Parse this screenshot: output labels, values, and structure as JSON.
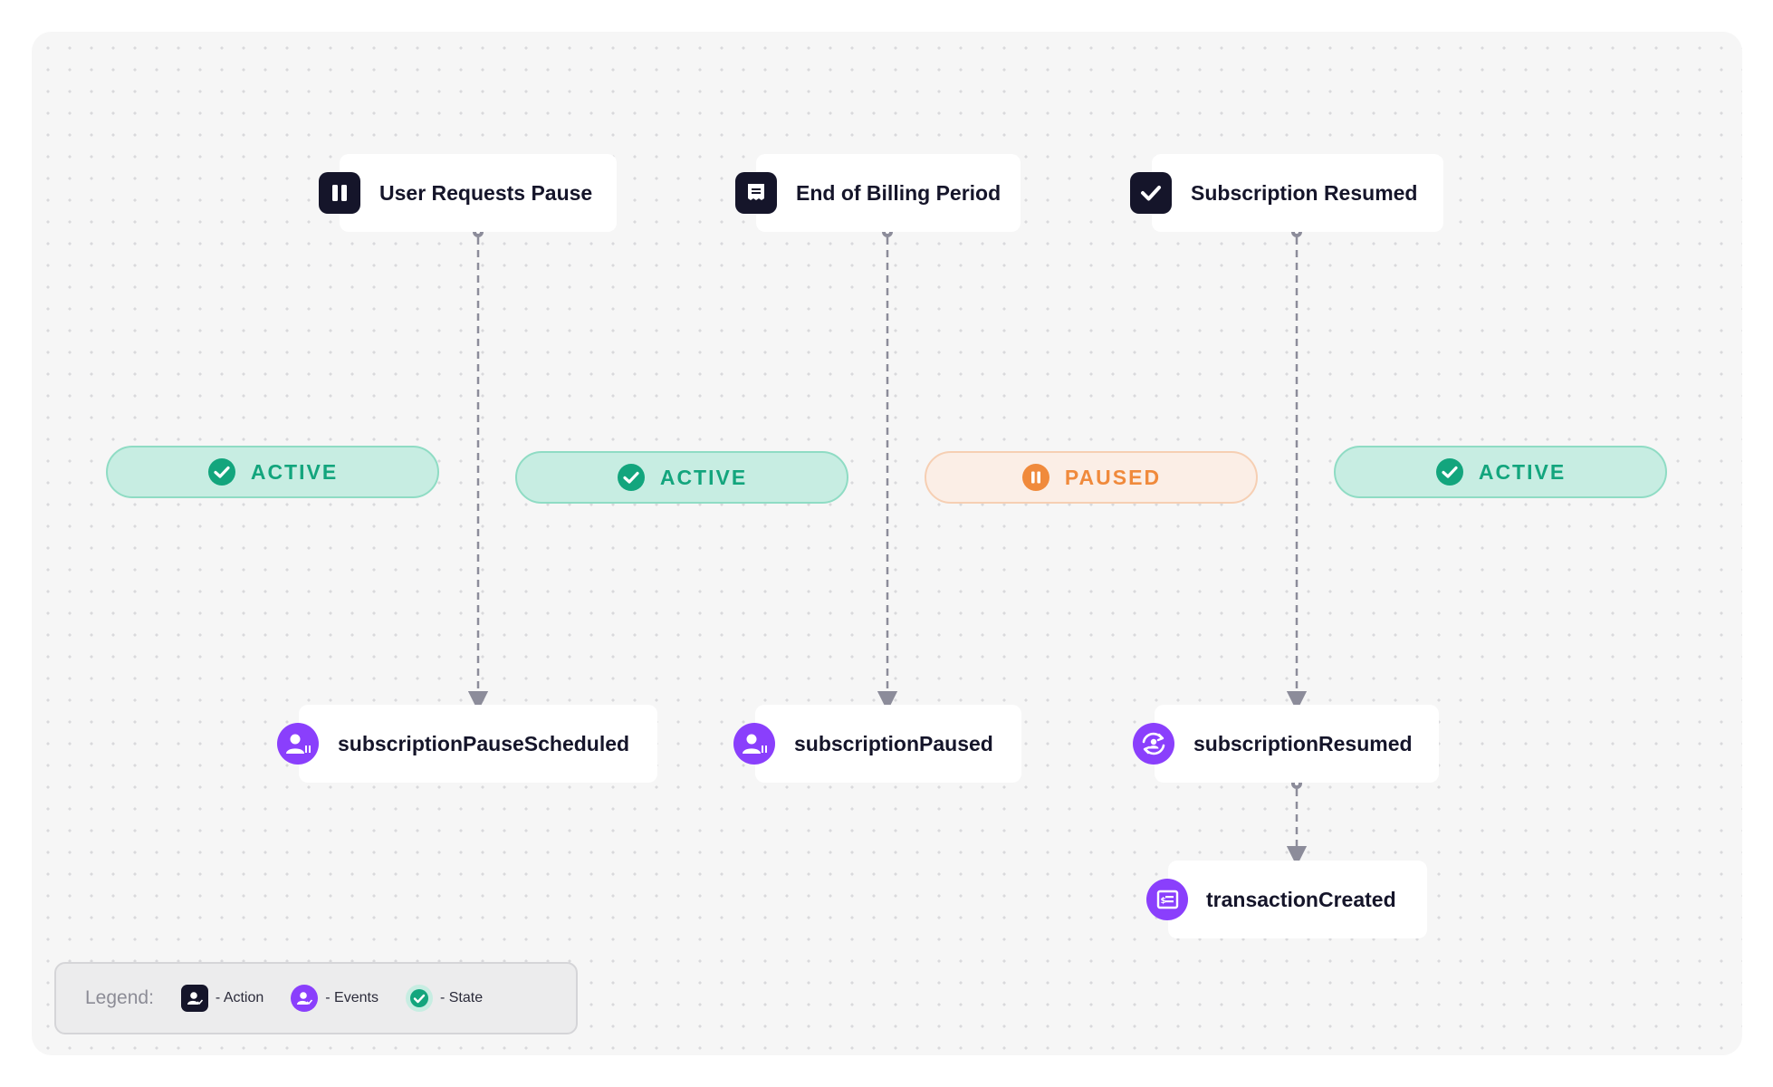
{
  "actions": [
    {
      "label": "User Requests Pause",
      "icon": "pause-icon"
    },
    {
      "label": "End of Billing Period",
      "icon": "invoice-icon"
    },
    {
      "label": "Subscription Resumed",
      "icon": "checkmark-icon"
    }
  ],
  "events": [
    {
      "label": "subscriptionPauseScheduled",
      "icon": "user-pause-icon"
    },
    {
      "label": "subscriptionPaused",
      "icon": "user-pause-icon"
    },
    {
      "label": "subscriptionResumed",
      "icon": "refresh-user-icon"
    },
    {
      "label": "transactionCreated",
      "icon": "receipt-icon"
    }
  ],
  "states": [
    {
      "label": "ACTIVE",
      "kind": "active"
    },
    {
      "label": "ACTIVE",
      "kind": "active"
    },
    {
      "label": "PAUSED",
      "kind": "paused"
    },
    {
      "label": "ACTIVE",
      "kind": "active"
    }
  ],
  "legend": {
    "title": "Legend:",
    "action": "- Action",
    "events": "- Events",
    "state": "- State"
  },
  "colors": {
    "action_bg": "#15152a",
    "event_bg": "#8a3ffc",
    "active_bg": "#c7ede2",
    "active_text": "#13a57d",
    "paused_bg": "#fbeee6",
    "paused_text": "#f08a3c",
    "connector": "#8c8c9a"
  }
}
